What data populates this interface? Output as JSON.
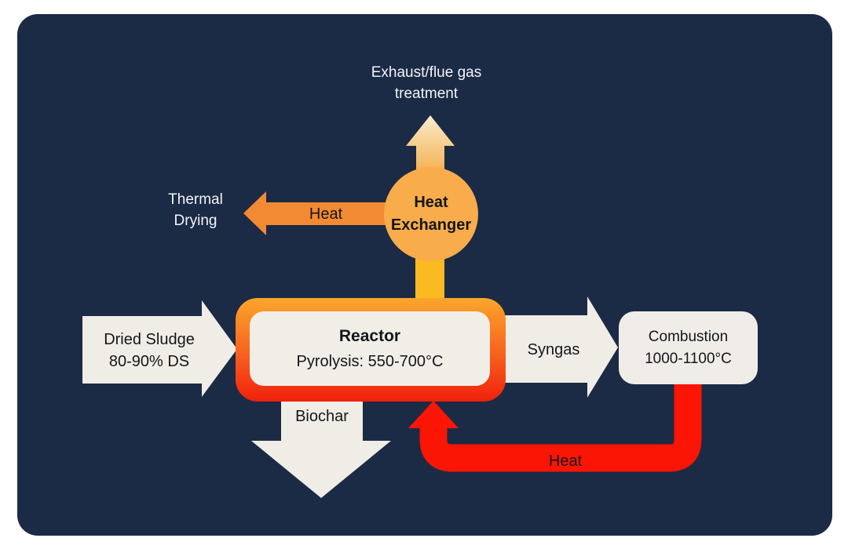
{
  "diagram": {
    "exhaust_label": "Exhaust/flue gas\ntreatment",
    "thermal_drying_label": "Thermal\nDrying",
    "heat_to_drying_label": "Heat",
    "heat_exchanger_label": "Heat\nExchanger",
    "reactor": {
      "title": "Reactor",
      "subtitle": "Pyrolysis: 550-700°C"
    },
    "dried_sludge_label": "Dried Sludge\n80-90% DS",
    "syngas_label": "Syngas",
    "combustion_label": "Combustion\n1000-1100°C",
    "biochar_label": "Biochar",
    "heat_return_label": "Heat"
  },
  "colors": {
    "panel_background": "#1B2A45",
    "cream_shapes": "#F0EDE7",
    "heat_exchanger_orange": "#F8AC4B",
    "heat_arrow_orange": "#F28A33",
    "gold_connector": "#FBBA22",
    "heat_return_red": "#FA1505",
    "reactor_gradient_top": "#FAA62B",
    "reactor_gradient_bottom": "#F0200C",
    "text_dark": "#14161A",
    "text_light": "#F3F4F6"
  }
}
